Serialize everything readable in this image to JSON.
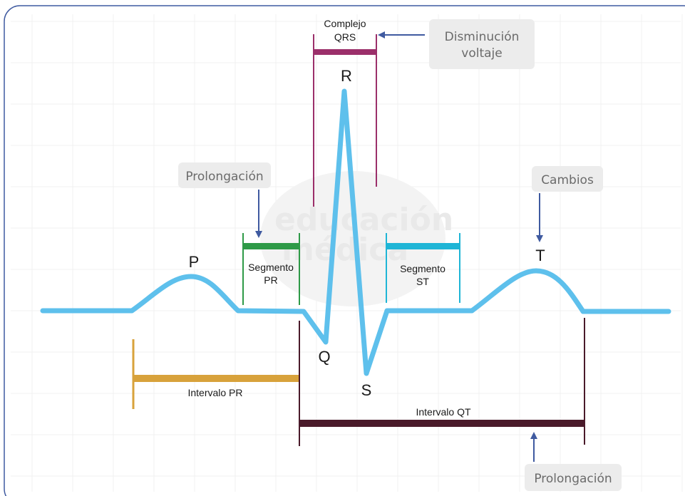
{
  "waves": {
    "p": "P",
    "q": "Q",
    "r": "R",
    "s": "S",
    "t": "T"
  },
  "labels": {
    "qrs_line1": "Complejo",
    "qrs_line2": "QRS",
    "pr_segment_line1": "Segmento",
    "pr_segment_line2": "PR",
    "st_segment_line1": "Segmento",
    "st_segment_line2": "ST",
    "pr_interval": "Intervalo PR",
    "qt_interval": "Intervalo QT"
  },
  "callouts": {
    "qrs_note_line1": "Disminución",
    "qrs_note_line2": "voltaje",
    "pr_note": "Prolongación",
    "t_note": "Cambios",
    "qt_note": "Prolongación"
  },
  "watermark": {
    "line1": "educación",
    "line2": "médica"
  },
  "colors": {
    "ecg": "#5ec0ec",
    "qrs_bar": "#9b2f6a",
    "pr_segment": "#2e9a47",
    "st_segment": "#1fb5d6",
    "pr_interval": "#d8a23b",
    "qt_interval": "#4a1a2a",
    "arrow": "#3f5aa0",
    "callout_bg": "#ececec",
    "frame": "#3f5aa0"
  }
}
